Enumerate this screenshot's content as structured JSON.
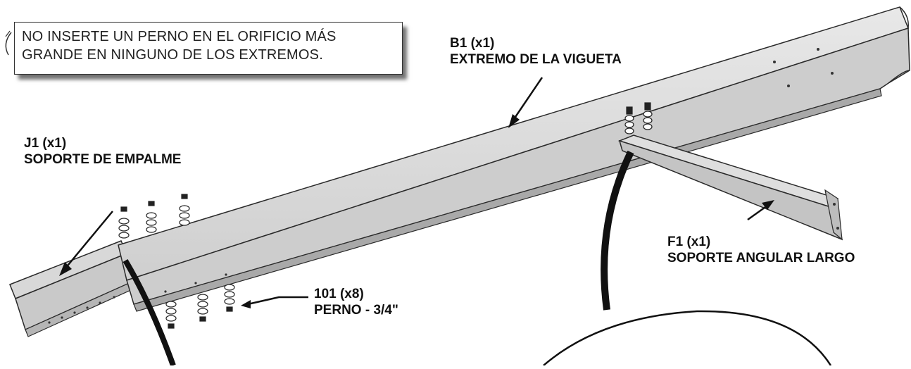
{
  "note": {
    "line1": "NO INSERTE UN PERNO EN EL ORIFICIO MÁS",
    "line2": "GRANDE EN NINGUNO DE LOS EXTREMOS."
  },
  "labels": {
    "b1": {
      "code": "B1 (x1)",
      "name": "EXTREMO DE LA VIGUETA"
    },
    "j1": {
      "code": "J1 (x1)",
      "name": "SOPORTE DE EMPALME"
    },
    "f1": {
      "code": "F1 (x1)",
      "name": "SOPORTE ANGULAR LARGO"
    },
    "bolt": {
      "code": "101 (x8)",
      "name": "PERNO - 3/4\""
    }
  },
  "colors": {
    "metal": "#d9d9d9",
    "metal_dark": "#a8a8a8",
    "outline": "#2a2a2a",
    "curve": "#111111"
  }
}
